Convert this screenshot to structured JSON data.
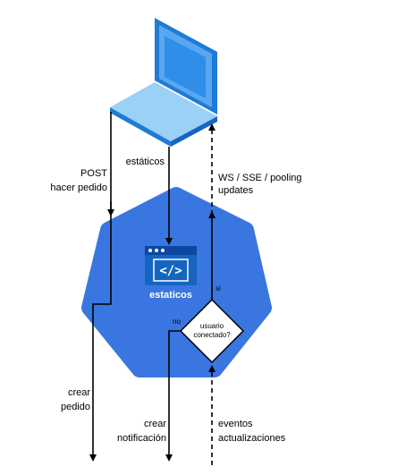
{
  "colors": {
    "heptagon": "#3a76e0",
    "laptop_frame": "#1e7bd6",
    "laptop_screen": "#5aa7f0",
    "laptop_light": "#9bd0f7",
    "icon_bg": "#1565c0",
    "line": "#000000",
    "diamond_fill": "#ffffff"
  },
  "icons": {
    "laptop": "laptop-icon",
    "app": "code-window-icon"
  },
  "labels": {
    "post": "POST",
    "hacer_pedido": "hacer pedido",
    "estaticos_top": "estáticos",
    "ws_sse": "WS / SSE / pooling",
    "updates": "updates",
    "si": "si",
    "no": "no",
    "app_name": "estaticos",
    "usuario": "usuario",
    "conectado": "conectado?",
    "crear1": "crear",
    "pedido": "pedido",
    "crear2": "crear",
    "notificacion": "notificación",
    "eventos": "eventos",
    "actualizaciones": "actualizaciones"
  }
}
